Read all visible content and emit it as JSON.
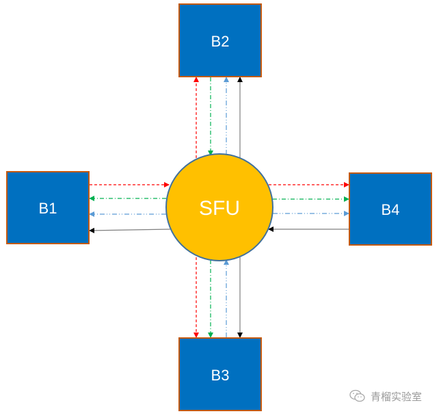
{
  "diagram": {
    "title": "SFU topology",
    "center_node": {
      "id": "sfu",
      "label": "SFU",
      "fill": "#FFC000",
      "stroke": "#41719C"
    },
    "nodes": [
      {
        "id": "b1",
        "label": "B1",
        "position": "left"
      },
      {
        "id": "b2",
        "label": "B2",
        "position": "top"
      },
      {
        "id": "b3",
        "label": "B3",
        "position": "bottom"
      },
      {
        "id": "b4",
        "label": "B4",
        "position": "right"
      }
    ],
    "node_style": {
      "fill": "#0070C0",
      "stroke": "#C55A11",
      "text": "#FFFFFF"
    },
    "streams": [
      {
        "name": "red",
        "color": "#FF0000",
        "style": "dashed",
        "origin": "b1"
      },
      {
        "name": "green",
        "color": "#00B050",
        "style": "dash-dot",
        "origin": "b2"
      },
      {
        "name": "blue",
        "color": "#5B9BD5",
        "style": "dash-dot-dot",
        "origin": "b3"
      },
      {
        "name": "black",
        "color": "#000000",
        "style": "solid-gray",
        "origin": "b4"
      }
    ],
    "edges": [
      {
        "stream": "red",
        "from": "b1",
        "to": "sfu"
      },
      {
        "stream": "green",
        "from": "sfu",
        "to": "b1"
      },
      {
        "stream": "blue",
        "from": "sfu",
        "to": "b1"
      },
      {
        "stream": "black",
        "from": "sfu",
        "to": "b1"
      },
      {
        "stream": "red",
        "from": "sfu",
        "to": "b2"
      },
      {
        "stream": "green",
        "from": "b2",
        "to": "sfu"
      },
      {
        "stream": "blue",
        "from": "sfu",
        "to": "b2"
      },
      {
        "stream": "black",
        "from": "sfu",
        "to": "b2"
      },
      {
        "stream": "red",
        "from": "sfu",
        "to": "b3"
      },
      {
        "stream": "green",
        "from": "sfu",
        "to": "b3"
      },
      {
        "stream": "blue",
        "from": "b3",
        "to": "sfu"
      },
      {
        "stream": "black",
        "from": "sfu",
        "to": "b3"
      },
      {
        "stream": "red",
        "from": "sfu",
        "to": "b4"
      },
      {
        "stream": "green",
        "from": "sfu",
        "to": "b4"
      },
      {
        "stream": "blue",
        "from": "sfu",
        "to": "b4"
      },
      {
        "stream": "black",
        "from": "b4",
        "to": "sfu"
      }
    ]
  },
  "watermark": {
    "icon": "wechat-icon",
    "text": "青榴实验室"
  }
}
